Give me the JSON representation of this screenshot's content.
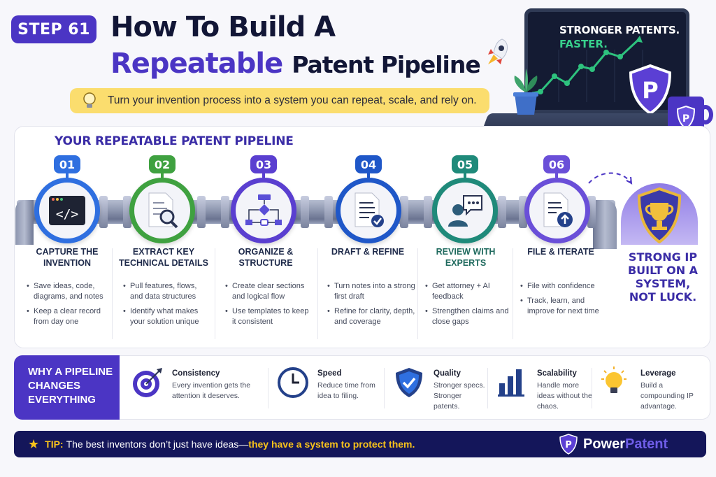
{
  "header": {
    "step_badge": "STEP 61",
    "title_line1": "How To Build A",
    "title_highlight": "Repeatable",
    "title_rest": "Patent Pipeline",
    "subtitle": "Turn your invention process into a system you can repeat, scale, and rely on."
  },
  "hero": {
    "screen_line1": "STRONGER PATENTS.",
    "screen_line2": "FASTER.",
    "logo_letter": "P"
  },
  "pipeline": {
    "title": "YOUR REPEATABLE PATENT PIPELINE",
    "steps": [
      {
        "num": "01",
        "color": "#2f6fe0",
        "icon": "code-window-icon",
        "title": "CAPTURE THE INVENTION",
        "bullets": [
          "Save ideas, code, diagrams, and notes",
          "Keep a clear record from day one"
        ]
      },
      {
        "num": "02",
        "color": "#3fa140",
        "icon": "document-search-icon",
        "title": "EXTRACT KEY TECHNICAL DETAILS",
        "bullets": [
          "Pull features, flows, and data structures",
          "Identify what makes your solution unique"
        ]
      },
      {
        "num": "03",
        "color": "#5a3fd0",
        "icon": "flowchart-icon",
        "title": "ORGANIZE & STRUCTURE",
        "bullets": [
          "Create clear sections and logical flow",
          "Use templates to keep it consistent"
        ]
      },
      {
        "num": "04",
        "color": "#1f57c8",
        "icon": "document-check-icon",
        "title": "DRAFT & REFINE",
        "bullets": [
          "Turn notes into a strong first draft",
          "Refine for clarity, depth, and coverage"
        ]
      },
      {
        "num": "05",
        "color": "#1f8a7a",
        "icon": "expert-chat-icon",
        "title": "REVIEW WITH EXPERTS",
        "bullets": [
          "Get attorney + AI feedback",
          "Strengthen claims and close gaps"
        ]
      },
      {
        "num": "06",
        "color": "#6a4fd8",
        "icon": "document-upload-icon",
        "title": "FILE & ITERATE",
        "bullets": [
          "File with confidence",
          "Track, learn, and improve for next time"
        ]
      }
    ],
    "result": "STRONG IP BUILT ON A SYSTEM, NOT LUCK."
  },
  "why": {
    "title": "WHY A PIPELINE CHANGES EVERYTHING",
    "benefits": [
      {
        "title": "Consistency",
        "desc": "Every invention gets the attention it deserves.",
        "icon": "target-icon"
      },
      {
        "title": "Speed",
        "desc": "Reduce time from idea to filing.",
        "icon": "clock-icon"
      },
      {
        "title": "Quality",
        "desc": "Stronger specs. Stronger patents.",
        "icon": "shield-check-icon"
      },
      {
        "title": "Scalability",
        "desc": "Handle more ideas without the chaos.",
        "icon": "bar-chart-icon"
      },
      {
        "title": "Leverage",
        "desc": "Build a compounding IP advantage.",
        "icon": "lightbulb-icon"
      }
    ]
  },
  "tip": {
    "label": "TIP:",
    "text": "The best inventors don’t just have ideas—",
    "emphasis": "they have a system to protect them."
  },
  "brand": {
    "name_part1": "Power",
    "name_part2": "Patent"
  },
  "colors": {
    "primary": "#4b35c4",
    "navy": "#14165a",
    "yellow": "#fbdd6e",
    "accent_green": "#37d08c"
  }
}
